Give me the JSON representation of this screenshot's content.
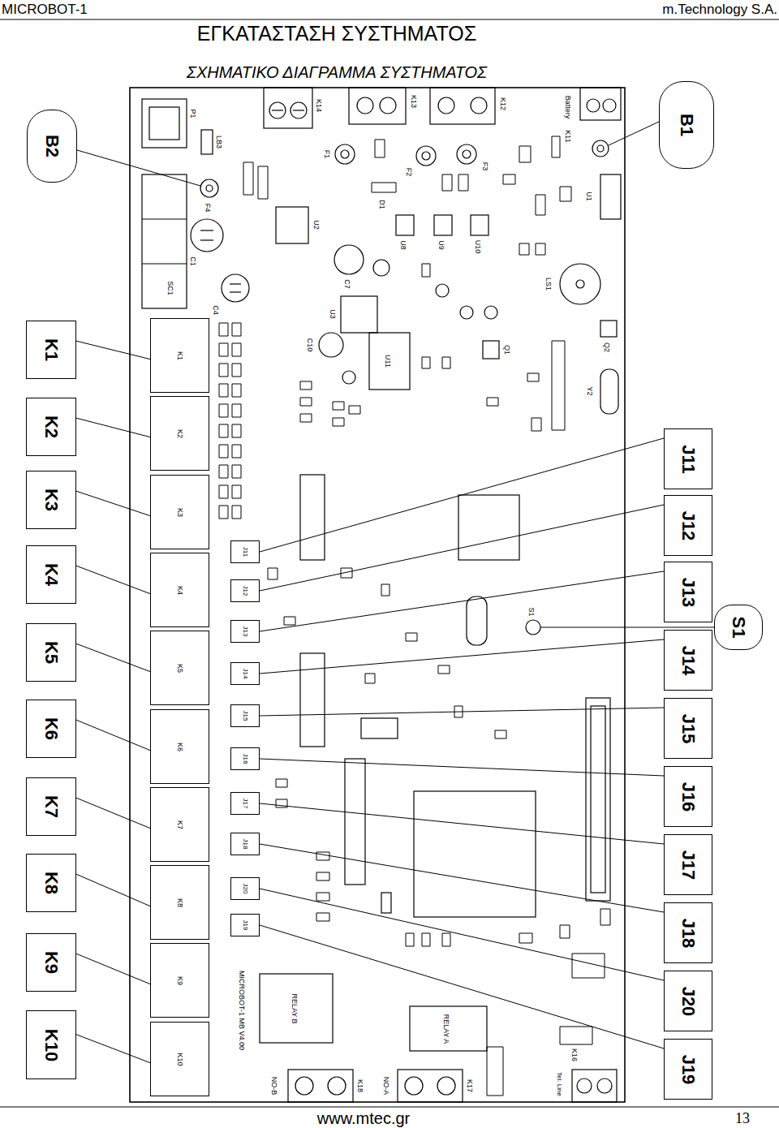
{
  "diagram": {
    "title": "ΕΓΚΑΤΑΣΤΑΣΗ ΣΥΣΤΗΜΑΤΟΣ",
    "nodes": [
      {
        "text": [
          "B2"
        ]
      },
      {
        "text": [
          "B1"
        ]
      },
      {
        "text": [
          "K1"
        ]
      },
      {
        "text": [
          "K2"
        ]
      },
      {
        "text": [
          "K3"
        ]
      },
      {
        "text": [
          "K4"
        ]
      },
      {
        "text": [
          "K5"
        ]
      },
      {
        "text": [
          "K6"
        ]
      },
      {
        "text": [
          "K7"
        ]
      },
      {
        "text": [
          "K8"
        ]
      },
      {
        "text": [
          "K9"
        ]
      },
      {
        "text": [
          "K10"
        ]
      },
      {
        "text": [
          "J11"
        ]
      },
      {
        "text": [
          "J12"
        ]
      },
      {
        "text": [
          "J13"
        ]
      },
      {
        "text": [
          "J14"
        ]
      },
      {
        "text": [
          "J15"
        ]
      },
      {
        "text": [
          "J16"
        ]
      },
      {
        "text": [
          "J17"
        ]
      },
      {
        "text": [
          "J18"
        ]
      },
      {
        "text": [
          "J20"
        ]
      },
      {
        "text": [
          "J19"
        ]
      },
      {
        "text": [
          "S1"
        ]
      },
      {
        "text": [
          "K1"
        ]
      },
      {
        "text": [
          "K2"
        ]
      },
      {
        "text": [
          "K3"
        ]
      },
      {
        "text": [
          "K4"
        ]
      },
      {
        "text": [
          "K5"
        ]
      },
      {
        "text": [
          "K6"
        ]
      },
      {
        "text": [
          "K7"
        ]
      },
      {
        "text": [
          "K8"
        ]
      },
      {
        "text": [
          "K9"
        ]
      },
      {
        "text": [
          "K10"
        ]
      },
      {
        "text": [
          "J11"
        ]
      },
      {
        "text": [
          "J12"
        ]
      },
      {
        "text": [
          "J13"
        ]
      },
      {
        "text": [
          "J14"
        ]
      },
      {
        "text": [
          "J15"
        ]
      },
      {
        "text": [
          "J16"
        ]
      },
      {
        "text": [
          "J17"
        ]
      },
      {
        "text": [
          "J18"
        ]
      },
      {
        "text": [
          "J20"
        ]
      },
      {
        "text": [
          "J19"
        ]
      }
    ],
    "edges": [
      {
        "from": 2,
        "to": 23,
        "arrow": "none"
      },
      {
        "from": 3,
        "to": 24,
        "arrow": "none"
      },
      {
        "from": 4,
        "to": 25,
        "arrow": "none"
      },
      {
        "from": 5,
        "to": 26,
        "arrow": "none"
      },
      {
        "from": 6,
        "to": 27,
        "arrow": "none"
      },
      {
        "from": 7,
        "to": 28,
        "arrow": "none"
      },
      {
        "from": 8,
        "to": 29,
        "arrow": "none"
      },
      {
        "from": 9,
        "to": 30,
        "arrow": "none"
      },
      {
        "from": 10,
        "to": 31,
        "arrow": "none"
      },
      {
        "from": 11,
        "to": 32,
        "arrow": "none"
      },
      {
        "from": 12,
        "to": 33,
        "arrow": "none"
      },
      {
        "from": 13,
        "to": 34,
        "arrow": "none"
      },
      {
        "from": 14,
        "to": 35,
        "arrow": "none"
      },
      {
        "from": 15,
        "to": 36,
        "arrow": "none"
      },
      {
        "from": 16,
        "to": 37,
        "arrow": "none"
      },
      {
        "from": 17,
        "to": 38,
        "arrow": "none"
      },
      {
        "from": 18,
        "to": 39,
        "arrow": "none"
      },
      {
        "from": 19,
        "to": 40,
        "arrow": "none"
      },
      {
        "from": 20,
        "to": 41,
        "arrow": "none"
      },
      {
        "from": 21,
        "to": 42,
        "arrow": "none"
      }
    ],
    "labels": [
      "MICROBOT-1",
      "m.Technology S.A.",
      "ΣΧΗΜΑΤΙΚΟ ΔΙΑΓΡΑΜΜΑ ΣΥΣΤΗΜΑΤΟΣ",
      "P1",
      "LB3",
      "F4",
      "SC1",
      "C1",
      "C4",
      "K14",
      "F1",
      "U2",
      "C7",
      "U3",
      "K13",
      "F2",
      "D1",
      "U8",
      "U9",
      "U10",
      "K12",
      "F3",
      "Battery",
      "K11",
      "U1",
      "LS1",
      "Q2",
      "Y2",
      "Q1",
      "C10",
      "U11",
      "S1",
      "RELAY B",
      "RELAY A",
      "MICROBOT-1 MB V4.00",
      "NO-B",
      "K18",
      "NO-A",
      "K17",
      "K16",
      "Tel. Line",
      "www.mtec.gr",
      "13"
    ]
  }
}
